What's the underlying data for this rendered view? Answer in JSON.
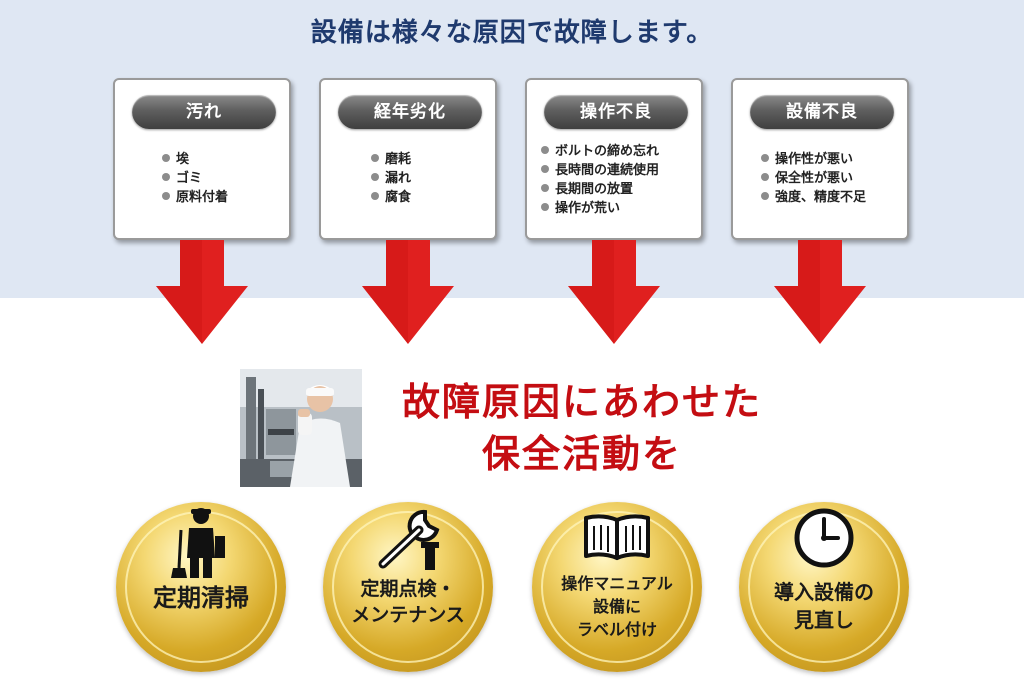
{
  "headline": "設備は様々な原因で故障します。",
  "causes": [
    {
      "title": "汚れ",
      "items": [
        "埃",
        "ゴミ",
        "原料付着"
      ]
    },
    {
      "title": "経年劣化",
      "items": [
        "磨耗",
        "漏れ",
        "腐食"
      ]
    },
    {
      "title": "操作不良",
      "items": [
        "ボルトの締め忘れ",
        "長時間の連続使用",
        "長期間の放置",
        "操作が荒い"
      ]
    },
    {
      "title": "設備不良",
      "items": [
        "操作性が悪い",
        "保全性が悪い",
        "強度、精度不足"
      ]
    }
  ],
  "callout": {
    "line1": "故障原因にあわせた",
    "line2": "保全活動を"
  },
  "activities": [
    {
      "icon": "cleaning-worker-icon",
      "lines": [
        "定期清掃"
      ]
    },
    {
      "icon": "wrench-icon",
      "lines": [
        "定期点検・",
        "メンテナンス"
      ]
    },
    {
      "icon": "open-book-icon",
      "lines": [
        "操作マニュアル",
        "設備に",
        "ラベル付け"
      ]
    },
    {
      "icon": "clock-icon",
      "lines": [
        "導入設備の",
        "見直し"
      ]
    }
  ],
  "colors": {
    "band": "#dfe7f3",
    "headline": "#1f3a6e",
    "arrow": "#e0201f",
    "callout": "#c40d12",
    "gold": "#d6a927"
  }
}
